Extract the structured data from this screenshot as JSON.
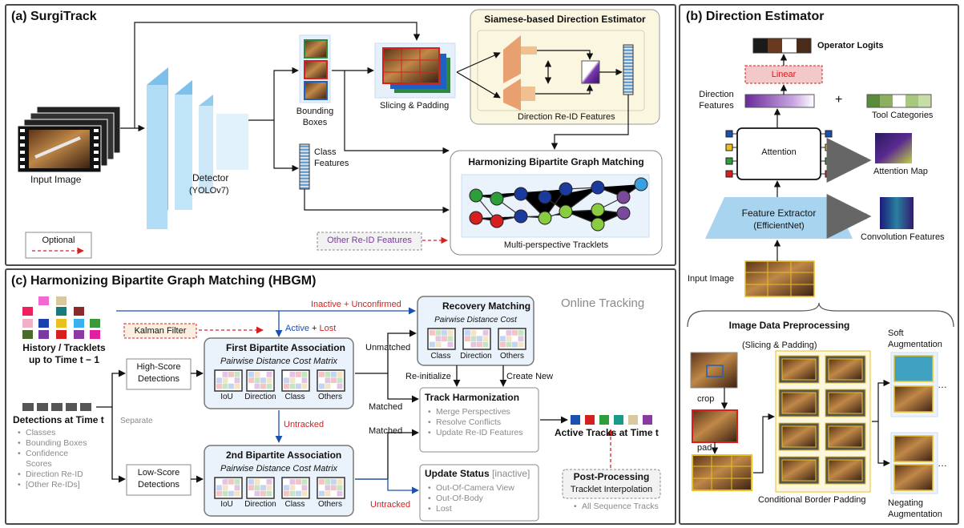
{
  "panel_a": {
    "title": "(a) SurgiTrack",
    "input_image": "Input Image",
    "detector": "Detector",
    "detector_model": "(YOLOv7)",
    "bounding_boxes_1": "Bounding",
    "bounding_boxes_2": "Boxes",
    "class_features_1": "Class",
    "class_features_2": "Features",
    "slicing_padding": "Slicing & Padding",
    "siamese_title": "Siamese-based Direction Estimator",
    "direction_reid": "Direction Re-ID Features",
    "hbgm_title": "Harmonizing Bipartite Graph Matching",
    "tracklets": "Multi-perspective Tracklets",
    "other_reid": "Other Re-ID Features",
    "optional": "Optional"
  },
  "panel_b": {
    "title": "(b) Direction Estimator",
    "operator_logits": "Operator Logits",
    "linear": "Linear",
    "direction_features_1": "Direction",
    "direction_features_2": "Features",
    "plus": "+",
    "tool_categories": "Tool Categories",
    "attention": "Attention",
    "attention_map": "Attention Map",
    "feature_extractor": "Feature Extractor",
    "feature_model": "(EfficientNet)",
    "convolution_features": "Convolution Features",
    "input_image": "Input Image",
    "preprocessing": "Image Data Preprocessing",
    "slicing_padding": "(Slicing & Padding)",
    "crop": "crop",
    "pad": "pad",
    "soft_aug_1": "Soft",
    "soft_aug_2": "Augmentation",
    "border_padding": "Conditional Border Padding",
    "negating_aug_1": "Negating",
    "negating_aug_2": "Augmentation",
    "ellipsis": "…"
  },
  "panel_c": {
    "title": "(c) Harmonizing Bipartite Graph Matching (HBGM)",
    "online_tracking": "Online Tracking",
    "history_1": "History / Tracklets",
    "history_2": "up to Time t − 1",
    "kalman": "Kalman Filter",
    "inactive_unconfirmed": "Inactive + Unconfirmed",
    "active": "Active",
    "plus": "+",
    "lost": "Lost",
    "first_assoc": "First Bipartite Association",
    "second_assoc": "2nd Bipartite Association",
    "cost_matrix": "Pairwise Distance Cost Matrix",
    "recovery_title": "Recovery Matching",
    "recovery_cost": "Pairwise Distance Cost",
    "m_iou": "IoU",
    "m_direction": "Direction",
    "m_class": "Class",
    "m_others": "Others",
    "high_score_1": "High-Score",
    "high_score_2": "Detections",
    "low_score_1": "Low-Score",
    "low_score_2": "Detections",
    "separate": "Separate",
    "detections_title": "Detections at Time t",
    "detection_items": [
      "Classes",
      "Bounding Boxes",
      "Confidence",
      "Scores",
      "Direction Re-ID",
      "[Other Re-IDs]"
    ],
    "unmatched": "Unmatched",
    "matched_1": "Matched",
    "matched_2": "Matched",
    "reinitialize": "Re-initialize",
    "create_new": "Create New",
    "untracked_1": "Untracked",
    "untracked_2": "Untracked",
    "harmonization_title": "Track Harmonization",
    "harmonization_items": [
      "Merge Perspectives",
      "Resolve Conflicts",
      "Update Re-ID Features"
    ],
    "update_title": "Update Status",
    "update_tag": "[inactive]",
    "update_items": [
      "Out-Of-Camera View",
      "Out-Of-Body",
      "Lost"
    ],
    "active_tracks": "Active Tracks at Time t",
    "post_title": "Post-Processing",
    "post_sub": "Tracklet  Interpolation",
    "post_item": "All Sequence Tracks"
  },
  "colors": {
    "panel_border": "#4a4a4a",
    "siamese_bg": "#fbf6e0",
    "arrow_red": "#d62020",
    "arrow_blue": "#1a50b0",
    "detector_blue": "#9fd0f0",
    "linear_pink": "#f3c8c8"
  }
}
